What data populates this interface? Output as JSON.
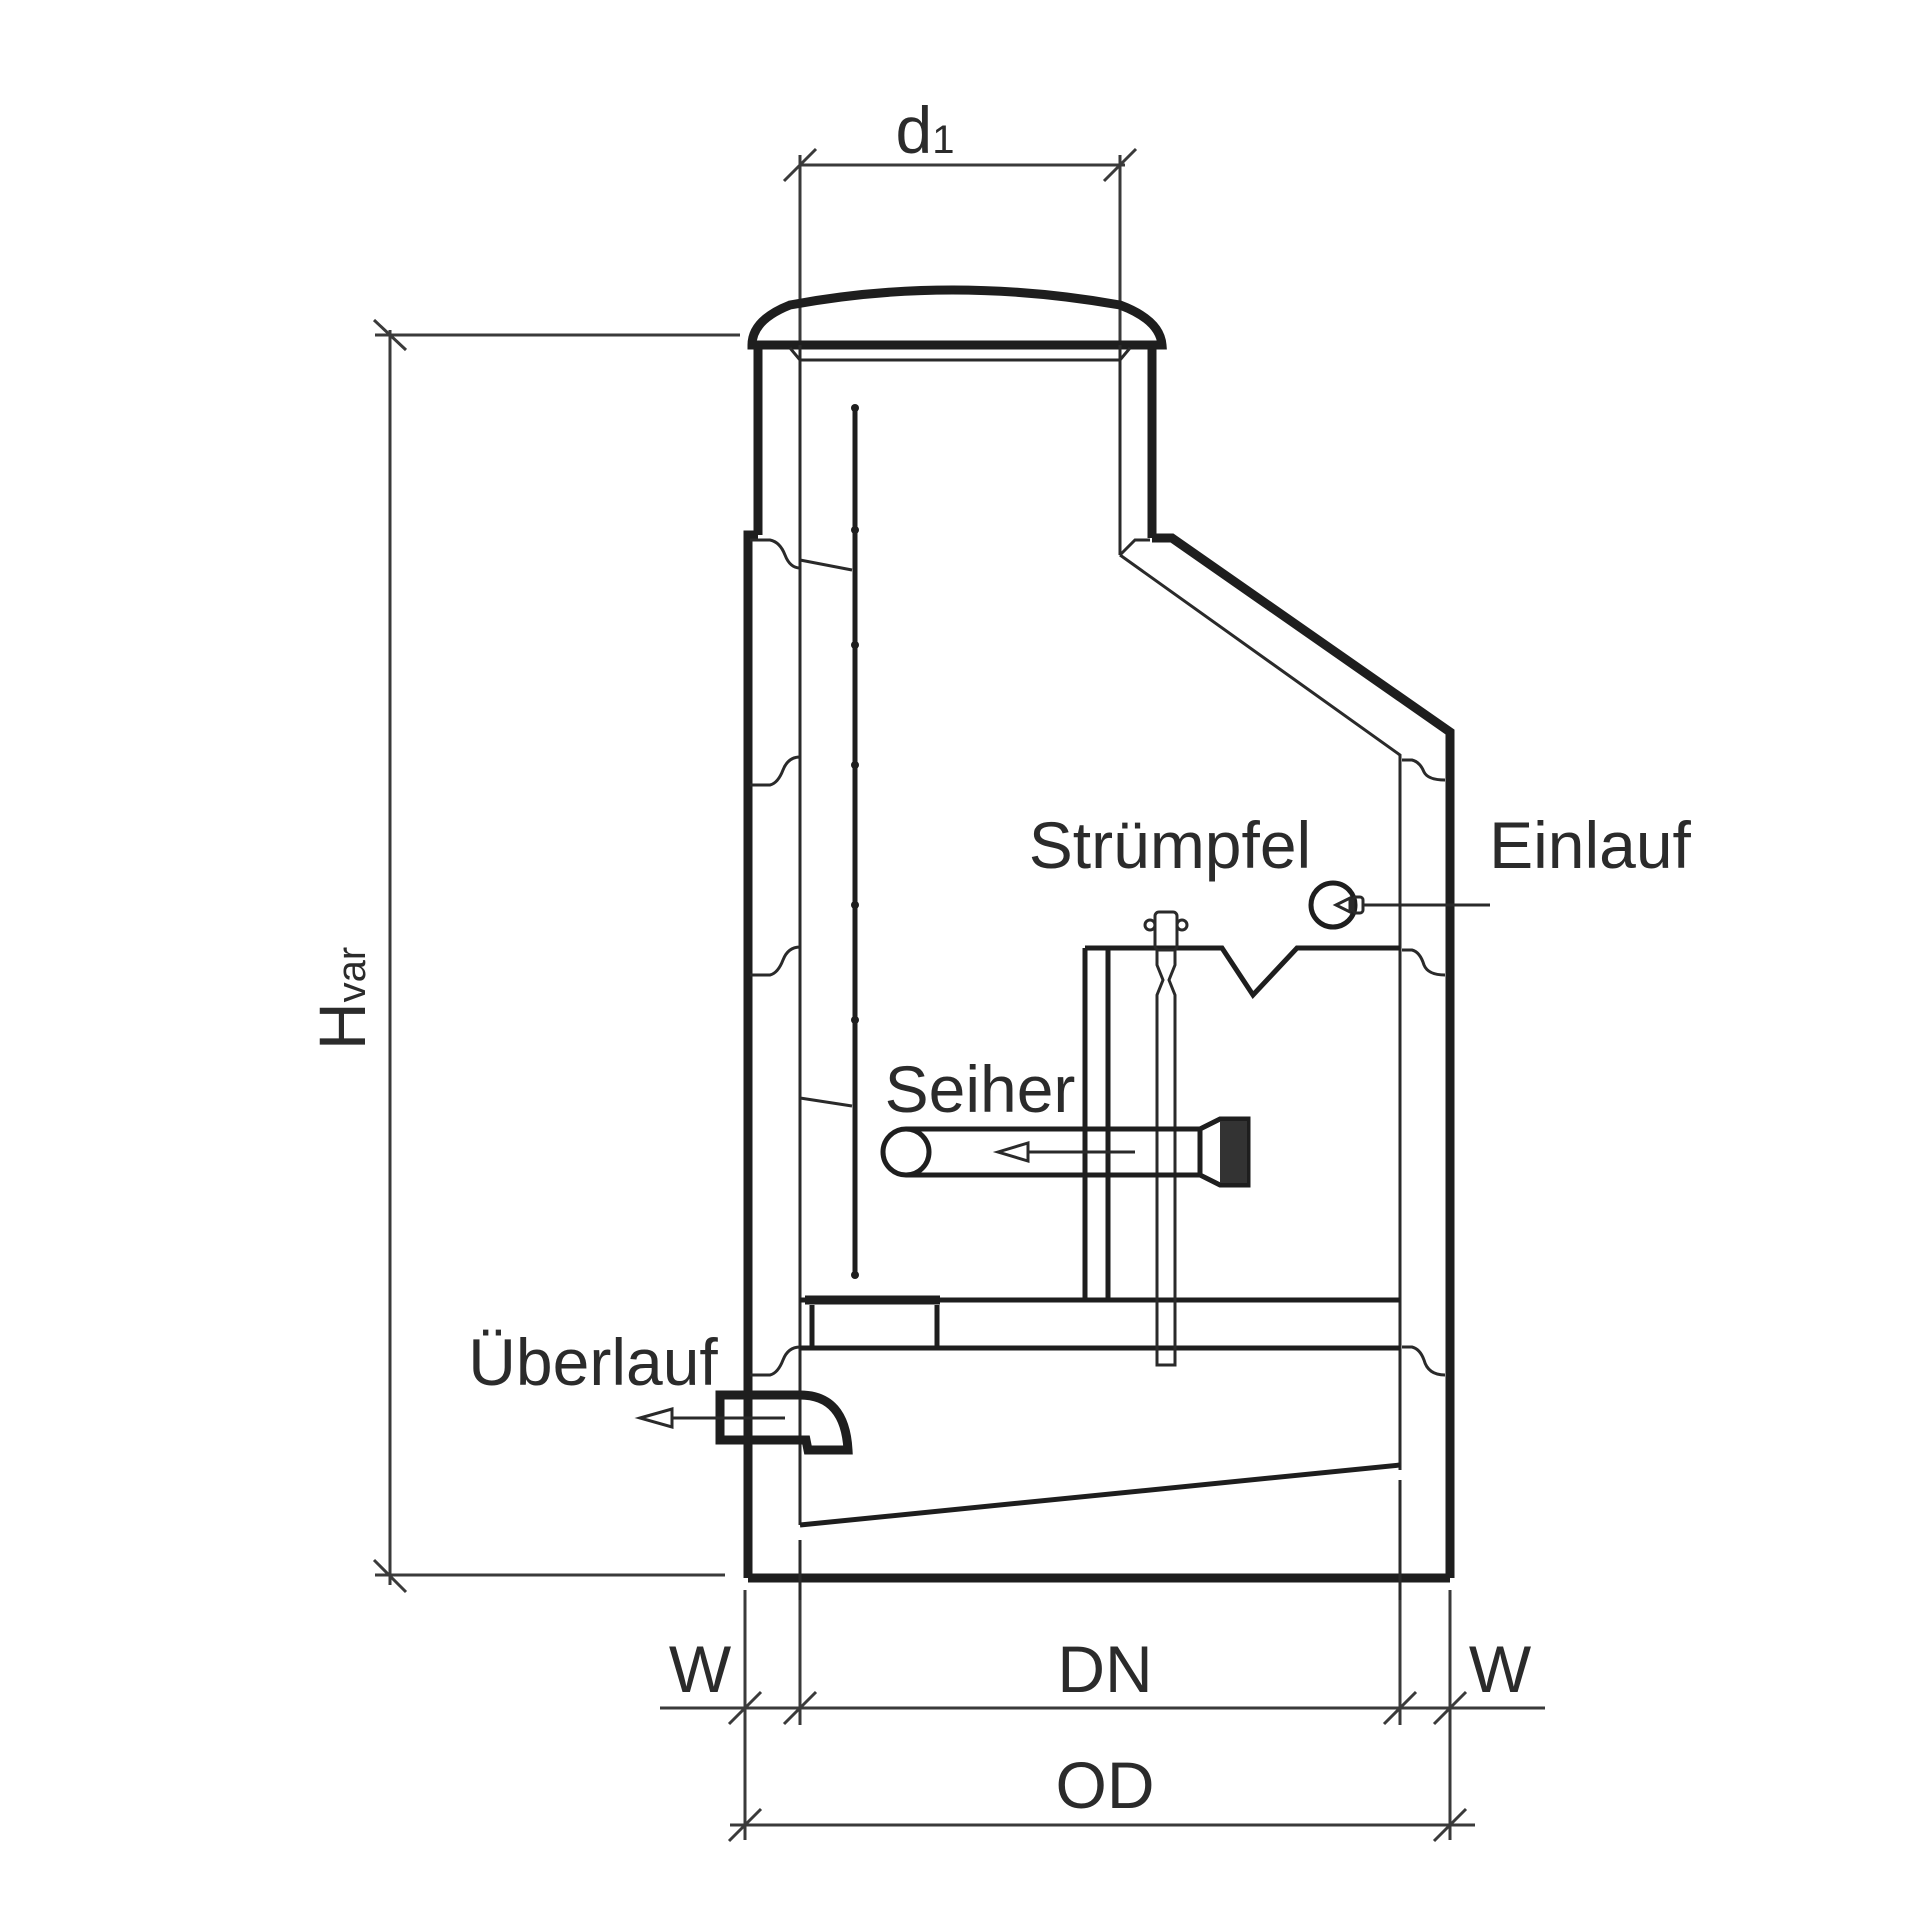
{
  "diagram": {
    "type": "technical cross-section drawing",
    "subject": "manhole shaft / chamber cross-section",
    "colors": {
      "line": "#1e1e1e",
      "text": "#2b2b2b",
      "background": "#ffffff"
    },
    "labels": {
      "d1_main": "d",
      "d1_sub": "1",
      "hvar_main": "H",
      "hvar_sub": "var",
      "struempfel": "Strümpfel",
      "einlauf": "Einlauf",
      "seiher": "Seiher",
      "ueberlauf": "Überlauf",
      "w_left": "W",
      "dn": "DN",
      "w_right": "W",
      "od": "OD"
    }
  }
}
